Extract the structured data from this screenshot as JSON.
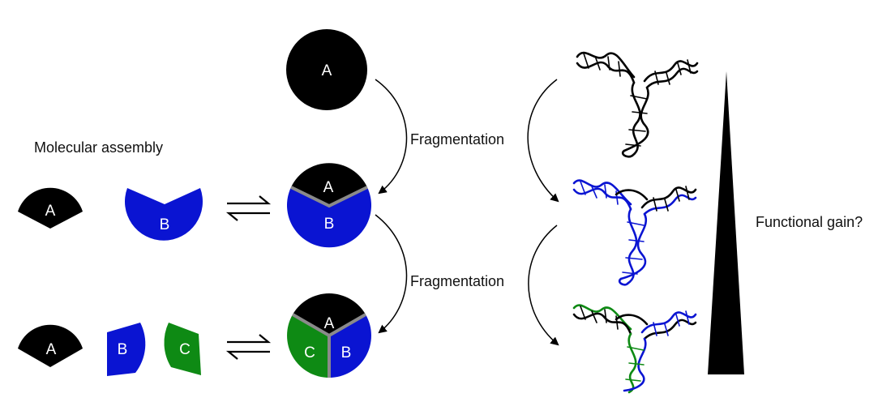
{
  "colors": {
    "piece_a": "#000000",
    "piece_b": "#0a14d2",
    "piece_c": "#0e8a14",
    "seam": "#8a8a8a",
    "arrow": "#000000",
    "triangle": "#000000"
  },
  "labels": {
    "molecular_assembly": "Molecular assembly",
    "fragmentation_1": "Fragmentation",
    "fragmentation_2": "Fragmentation",
    "functional_gain": "Functional gain?"
  },
  "pieces": {
    "a": "A",
    "b": "B",
    "c": "C"
  },
  "icons": {
    "equilibrium": "equilibrium-arrows-icon",
    "curved_arrow": "curved-arrow-icon",
    "dna": "dna-junction-icon",
    "gain_wedge": "gain-triangle-icon"
  }
}
